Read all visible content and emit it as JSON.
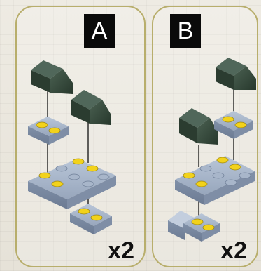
{
  "panels": [
    {
      "label": "A",
      "quantity": "x2"
    },
    {
      "label": "B",
      "quantity": "x2"
    }
  ],
  "colors": {
    "panel_border": "#b8ae6c",
    "brick_gray": "#9aa9bf",
    "brick_dark_green": "#33473a",
    "stud_yellow": "#f2d21b",
    "label_bg": "#0a0a0a"
  }
}
